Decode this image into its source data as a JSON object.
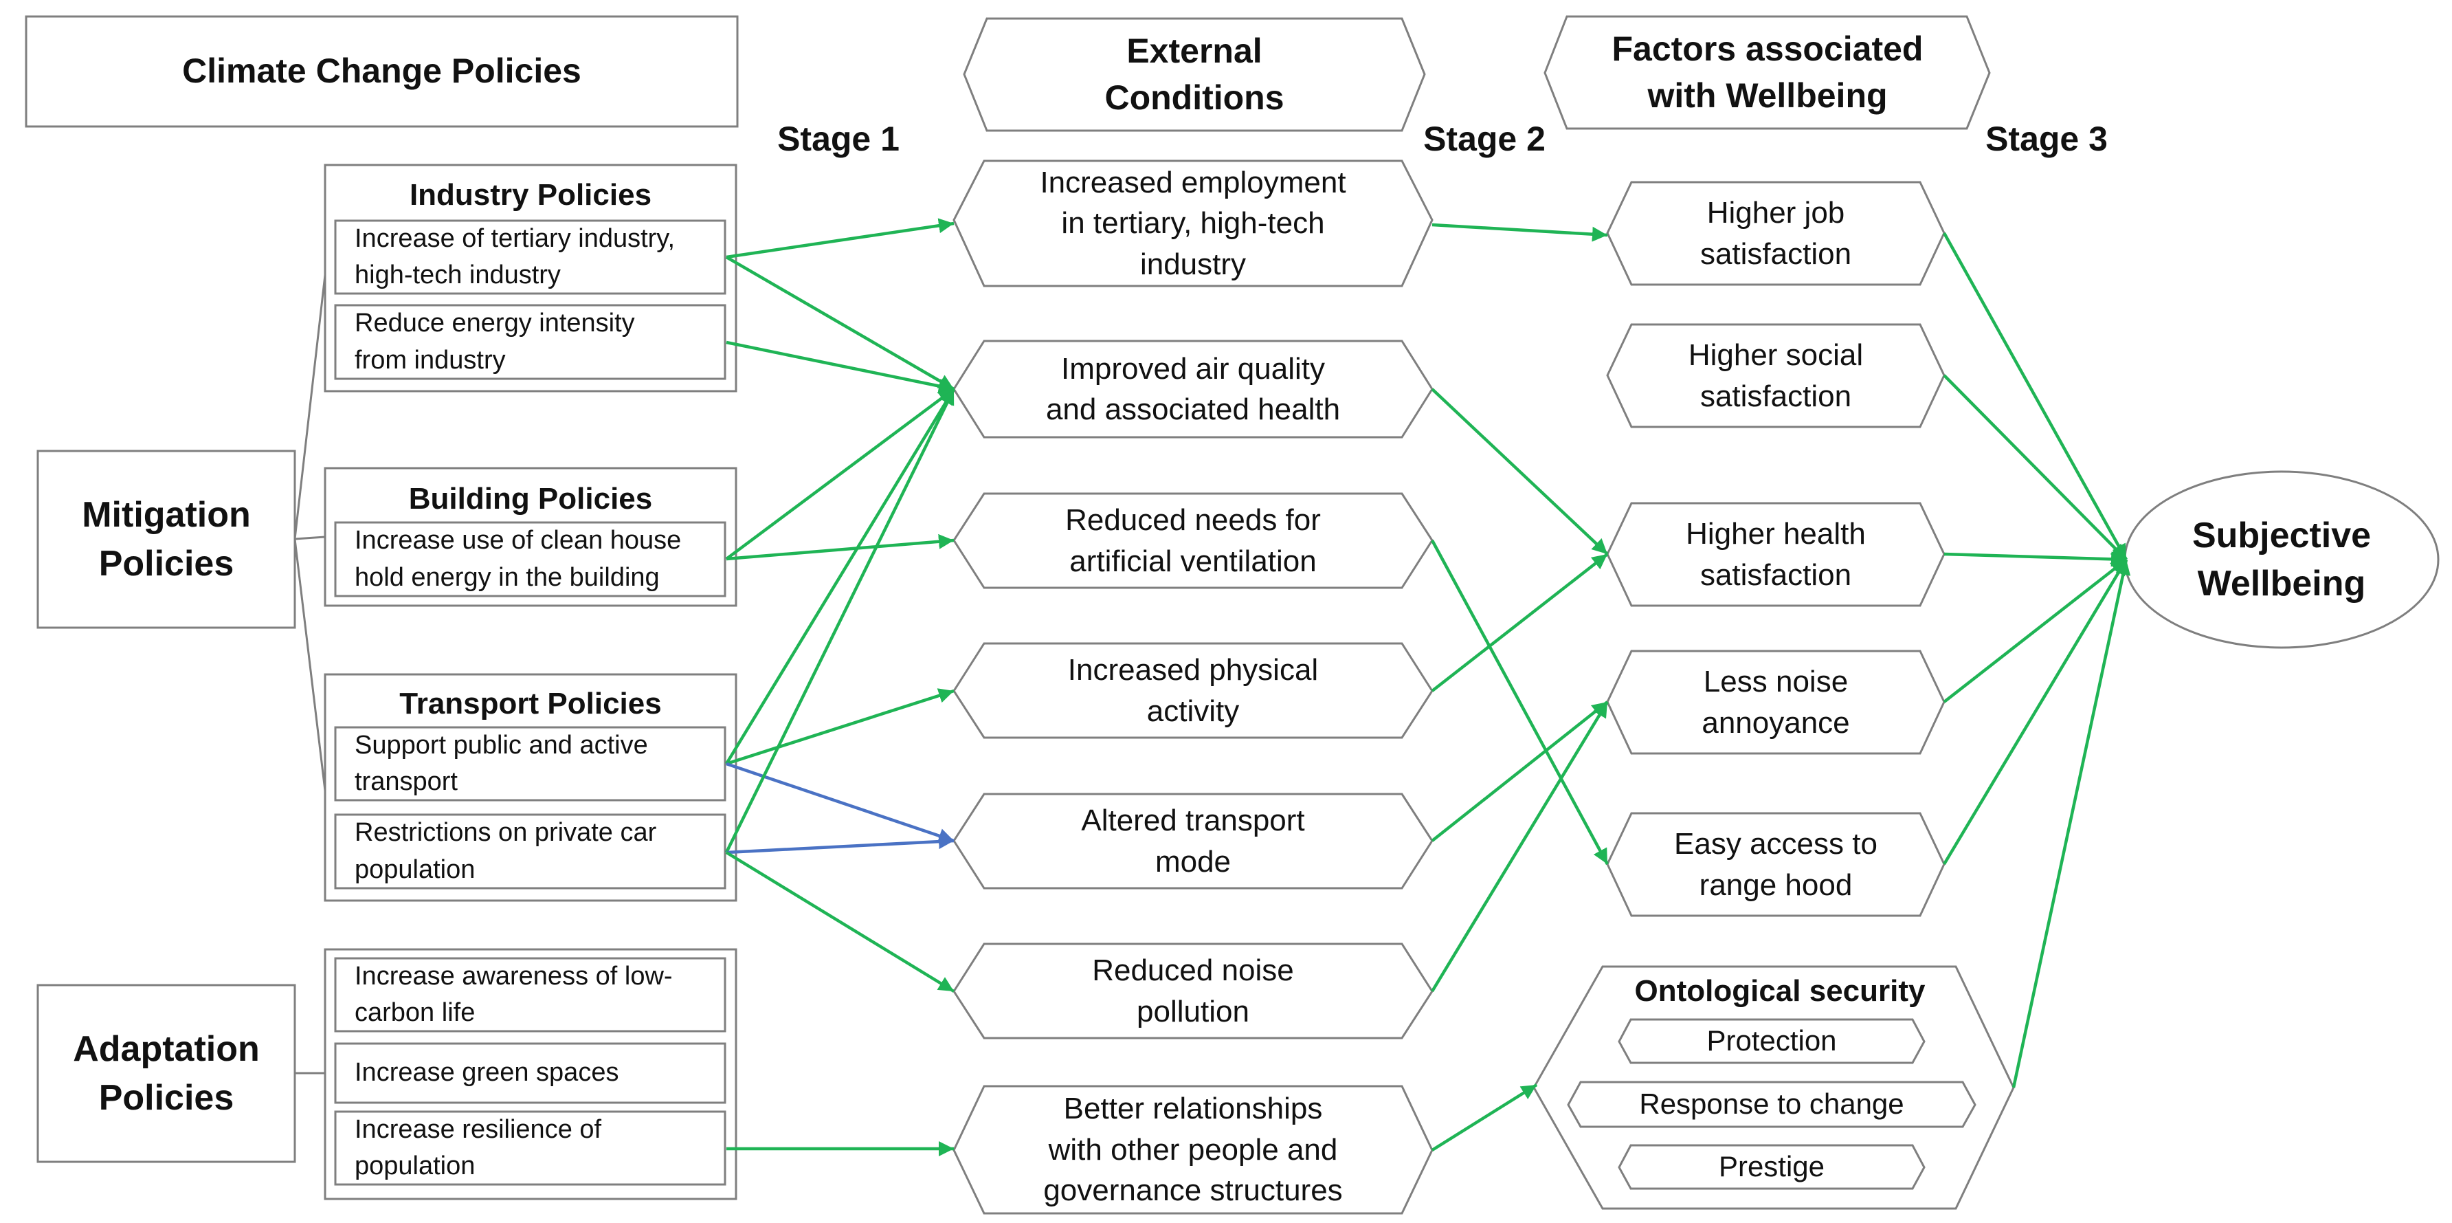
{
  "header": {
    "policies_title": "Climate Change Policies",
    "external_title": "External\nConditions",
    "factors_title": "Factors associated\nwith Wellbeing",
    "stage1": "Stage 1",
    "stage2": "Stage 2",
    "stage3": "Stage 3"
  },
  "categories": {
    "mitigation": "Mitigation\nPolicies",
    "adaptation": "Adaptation\nPolicies"
  },
  "groups": {
    "industry": "Industry Policies",
    "building": "Building Policies",
    "transport": "Transport Policies"
  },
  "policies": {
    "tertiary": "Increase of tertiary industry,\nhigh-tech industry",
    "energy_intensity": "Reduce energy intensity\nfrom industry",
    "clean_energy": "Increase use of clean house\nhold energy in the building",
    "public_transport": "Support public and active\ntransport",
    "car_restrictions": "Restrictions on private car\npopulation",
    "awareness": "Increase awareness of low-\ncarbon life",
    "green_spaces": "Increase green spaces",
    "resilience": "Increase resilience of\npopulation"
  },
  "conditions": {
    "employment": "Increased employment\nin tertiary, high-tech\nindustry",
    "air_quality": "Improved air quality\nand associated health",
    "ventilation": "Reduced needs for\nartificial ventilation",
    "physical": "Increased physical\nactivity",
    "transport_mode": "Altered transport\nmode",
    "noise": "Reduced noise\npollution",
    "relationships": "Better relationships\nwith other people and\ngovernance structures"
  },
  "factors": {
    "job": "Higher job\nsatisfaction",
    "social": "Higher social\nsatisfaction",
    "health": "Higher health\nsatisfaction",
    "noise": "Less noise\nannoyance",
    "range_hood": "Easy access to\nrange hood",
    "ontological": "Ontological security",
    "protection": "Protection",
    "response": "Response to change",
    "prestige": "Prestige"
  },
  "outcome": "Subjective\nWellbeing",
  "colors": {
    "green_arrow": "#1fb455",
    "blue_arrow": "#4a72c4",
    "box_stroke": "#7f7f7f",
    "text": "#111111"
  }
}
